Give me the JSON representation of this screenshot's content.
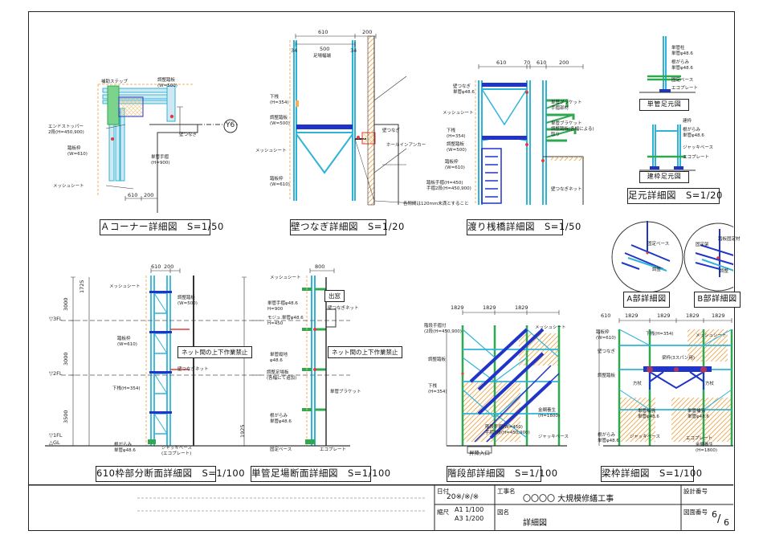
{
  "captions": {
    "corner": "Ａコーナー詳細図　S=1/50",
    "wall_tie": "壁つなぎ詳細図　S=1/20",
    "bridge": "渡り桟橋詳細図　S=1/50",
    "base": "足元詳細図　S=1/20",
    "part_a": "A部詳細図",
    "part_b": "B部詳細図",
    "frame610": "610枠部分断面詳細図　S=1/100",
    "single_pipe": "単管足場断面詳細図　S=1/100",
    "stair": "階段部詳細図　S=1/100",
    "beam_frame": "梁枠詳細図　S=1/100"
  },
  "sub_captions": {
    "single_base": "単管足元図",
    "frame_base": "建枠足元図"
  },
  "grid_marker": "Y6",
  "dims": {
    "corner_610": "610",
    "corner_200": "200",
    "wall_610": "610",
    "wall_200": "200",
    "wall_500": "500",
    "wall_34a": "34",
    "wall_34b": "34",
    "bridge_610": "610",
    "bridge_70": "70",
    "bridge_610b": "610",
    "bridge_200": "200",
    "f610_610": "610",
    "f610_200": "200",
    "sp_800": "800",
    "stair_1829a": "1829",
    "stair_1829b": "1829",
    "stair_1829c": "1829",
    "beam_610": "610",
    "beam_1829a": "1829",
    "beam_1829b": "1829",
    "beam_1829c": "1829",
    "beam_1829d": "1829"
  },
  "levels": {
    "l3fl": "▽3FL",
    "l2fl": "▽2FL",
    "l1fl": "▽1FL",
    "gl": "△GL",
    "h3000a": "3000",
    "h3000b": "3000",
    "h3500": "3500",
    "h1725": "1725",
    "h1925": "1925"
  },
  "labels": {
    "corner": [
      "補助ステップ",
      "調整踏板\n(W=500)",
      "エンドストッパー\n2段(H=450,900)",
      "踏板枠\n(W=610)",
      "単管手摺\n(H=900)",
      "壁つなぎ",
      "メッシュシート"
    ],
    "wall": [
      "足場幅端",
      "下桟\n(H=354)",
      "調整踏板\n(W=500)",
      "メッシュシート",
      "踏板枠\n(W=610)",
      "壁つなぎ",
      "ホールインアンカー",
      "各隙間は120mm未満とすること"
    ],
    "bridge": [
      "壁つなぎ\n単管φ48.6",
      "メッシュシート",
      "下桟\n(H=354)",
      "調整踏板\n(W=500)",
      "踏板枠\n(W=610)",
      "踏板手摺(H=450)\n手摺2段(H=450,900)",
      "単管ブラケット\n手摺部材",
      "単管ブラケット\n調整踏板(各幅による)\n取り",
      "壁つなぎネット"
    ],
    "base": [
      "単管柱\n単管φ48.6",
      "根がらみ\n単管φ48.6",
      "固定ベース",
      "エコプレート",
      "建枠",
      "根がらみ\n単管φ48.6",
      "ジャッキベース",
      "エコプレート"
    ],
    "part_a": [
      "固定ベース",
      "調整"
    ],
    "part_b": [
      "固定架",
      "踏板固定材",
      "調整"
    ],
    "frame610": [
      "メッシュシート",
      "調整踏板\n(W=500)",
      "踏板枠\n(W=610)",
      "壁つなぎネット",
      "下桟(H=354)",
      "根がらみ\n単管φ48.6",
      "ジャッキベース\n(エコプレート)"
    ],
    "single": [
      "メッシュシート",
      "単管手摺φ48.6\nH=900",
      "モジュ.単管φ48.6\nH=450",
      "壁つなぎネット",
      "単管縦地\nφ48.6",
      "調整足場板\n(各幅にて追加)",
      "単管ブラケット",
      "根がらみ\n単管φ48.6",
      "固定ベース",
      "エコプレート"
    ],
    "stair": [
      "階段手摺付\n(2段(H=450,900)",
      "調整踏板",
      "下桟\n(H=354)",
      "メッシュシート",
      "金網養生\n(H=1800)",
      "階段手摺(W=450)\n手摺2段(H=450,900)",
      "ジャッキベース"
    ],
    "beam": [
      "踏板枠\n(W=610)",
      "下桟(H=354)",
      "壁つなぎ",
      "メッシュシート",
      "調整踏板",
      "梁枠(3スパン用)",
      "方杖",
      "方杖",
      "単管補強\n単管φ48.6",
      "単管補強\n単管φ48.6",
      "根がらみ\n単管φ48.6",
      "ジャッキベース",
      "エコプレート",
      "金網養生\n(H=1800)"
    ]
  },
  "notes": {
    "no_work_1": "ネット間の上下作業禁止",
    "no_work_2": "ネット間の上下作業禁止",
    "exit": "出窓",
    "entrance": "昇降入口"
  },
  "title_block": {
    "date_label": "日付",
    "date_value": "20※/※/※",
    "project_label": "工事名",
    "project_value": "〇〇〇〇 大規模修繕工事",
    "design_no_label": "設計番号",
    "scale_label": "縮尺",
    "scale_a1": "A1 1/100",
    "scale_a3": "A3 1/200",
    "drawing_label": "図名",
    "drawing_value": "詳細図",
    "sheet_no_label": "図面番号",
    "sheet_num": "6",
    "sheet_total": "6"
  },
  "colors": {
    "cyan": "#2fb4d8",
    "green": "#2fa84f",
    "blue": "#2134c8",
    "orange": "#f0b060",
    "red": "#e23b3b",
    "ink": "#222222"
  }
}
